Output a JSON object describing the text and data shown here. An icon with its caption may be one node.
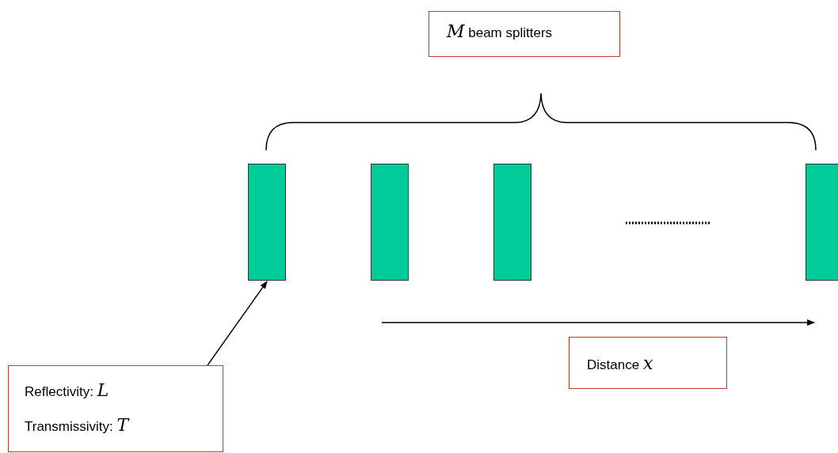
{
  "diagram": {
    "nodes": [
      {
        "text": [
          "*M* beam splitters"
        ]
      },
      {
        "text": [],
        "shape": "bar"
      },
      {
        "text": [],
        "shape": "bar"
      },
      {
        "text": [],
        "shape": "bar"
      },
      {
        "text": [],
        "shape": "bar"
      },
      {
        "text": [
          "Distance *x*"
        ]
      },
      {
        "text": [
          "Reflectivity: *L*",
          "Transmissivity: *T*"
        ]
      }
    ],
    "edges": [
      {
        "from": 6,
        "to": 1,
        "arrow": "to"
      }
    ]
  }
}
